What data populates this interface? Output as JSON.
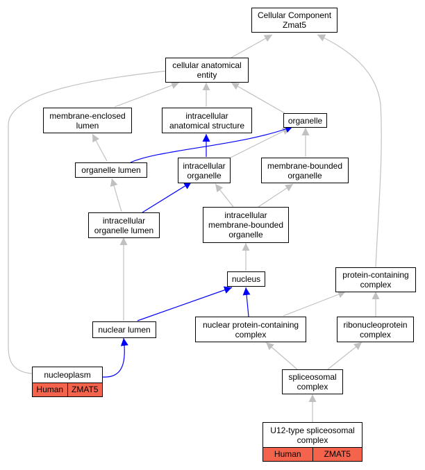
{
  "nodes": {
    "cellular_component": {
      "line1": "Cellular Component",
      "line2": "Zmat5"
    },
    "cellular_anatomical_entity": {
      "line1": "cellular anatomical",
      "line2": "entity"
    },
    "membrane_enclosed_lumen": {
      "line1": "membrane-enclosed",
      "line2": "lumen"
    },
    "intracellular_anatomical_structure": {
      "line1": "intracellular",
      "line2": "anatomical structure"
    },
    "organelle": {
      "line1": "organelle"
    },
    "organelle_lumen": {
      "line1": "organelle lumen"
    },
    "intracellular_organelle": {
      "line1": "intracellular",
      "line2": "organelle"
    },
    "membrane_bounded_organelle": {
      "line1": "membrane-bounded",
      "line2": "organelle"
    },
    "intracellular_organelle_lumen": {
      "line1": "intracellular",
      "line2": "organelle lumen"
    },
    "intracellular_membrane_bounded_organelle": {
      "line1": "intracellular",
      "line2": "membrane-bounded",
      "line3": "organelle"
    },
    "nucleus": {
      "line1": "nucleus"
    },
    "protein_containing_complex": {
      "line1": "protein-containing",
      "line2": "complex"
    },
    "nuclear_lumen": {
      "line1": "nuclear lumen"
    },
    "nuclear_protein_containing_complex": {
      "line1": "nuclear protein-containing",
      "line2": "complex"
    },
    "ribonucleoprotein_complex": {
      "line1": "ribonucleoprotein",
      "line2": "complex"
    },
    "nucleoplasm": {
      "line1": "nucleoplasm",
      "tag_species": "Human",
      "tag_gene": "ZMAT5"
    },
    "spliceosomal_complex": {
      "line1": "spliceosomal",
      "line2": "complex"
    },
    "u12_type_spliceosomal_complex": {
      "line1": "U12-type spliceosomal",
      "line2": "complex",
      "tag_species": "Human",
      "tag_gene": "ZMAT5"
    }
  },
  "colors": {
    "highlight_edge": "#0000ff",
    "normal_edge": "#c0c0c0",
    "annotation_tag": "#f4634b"
  }
}
